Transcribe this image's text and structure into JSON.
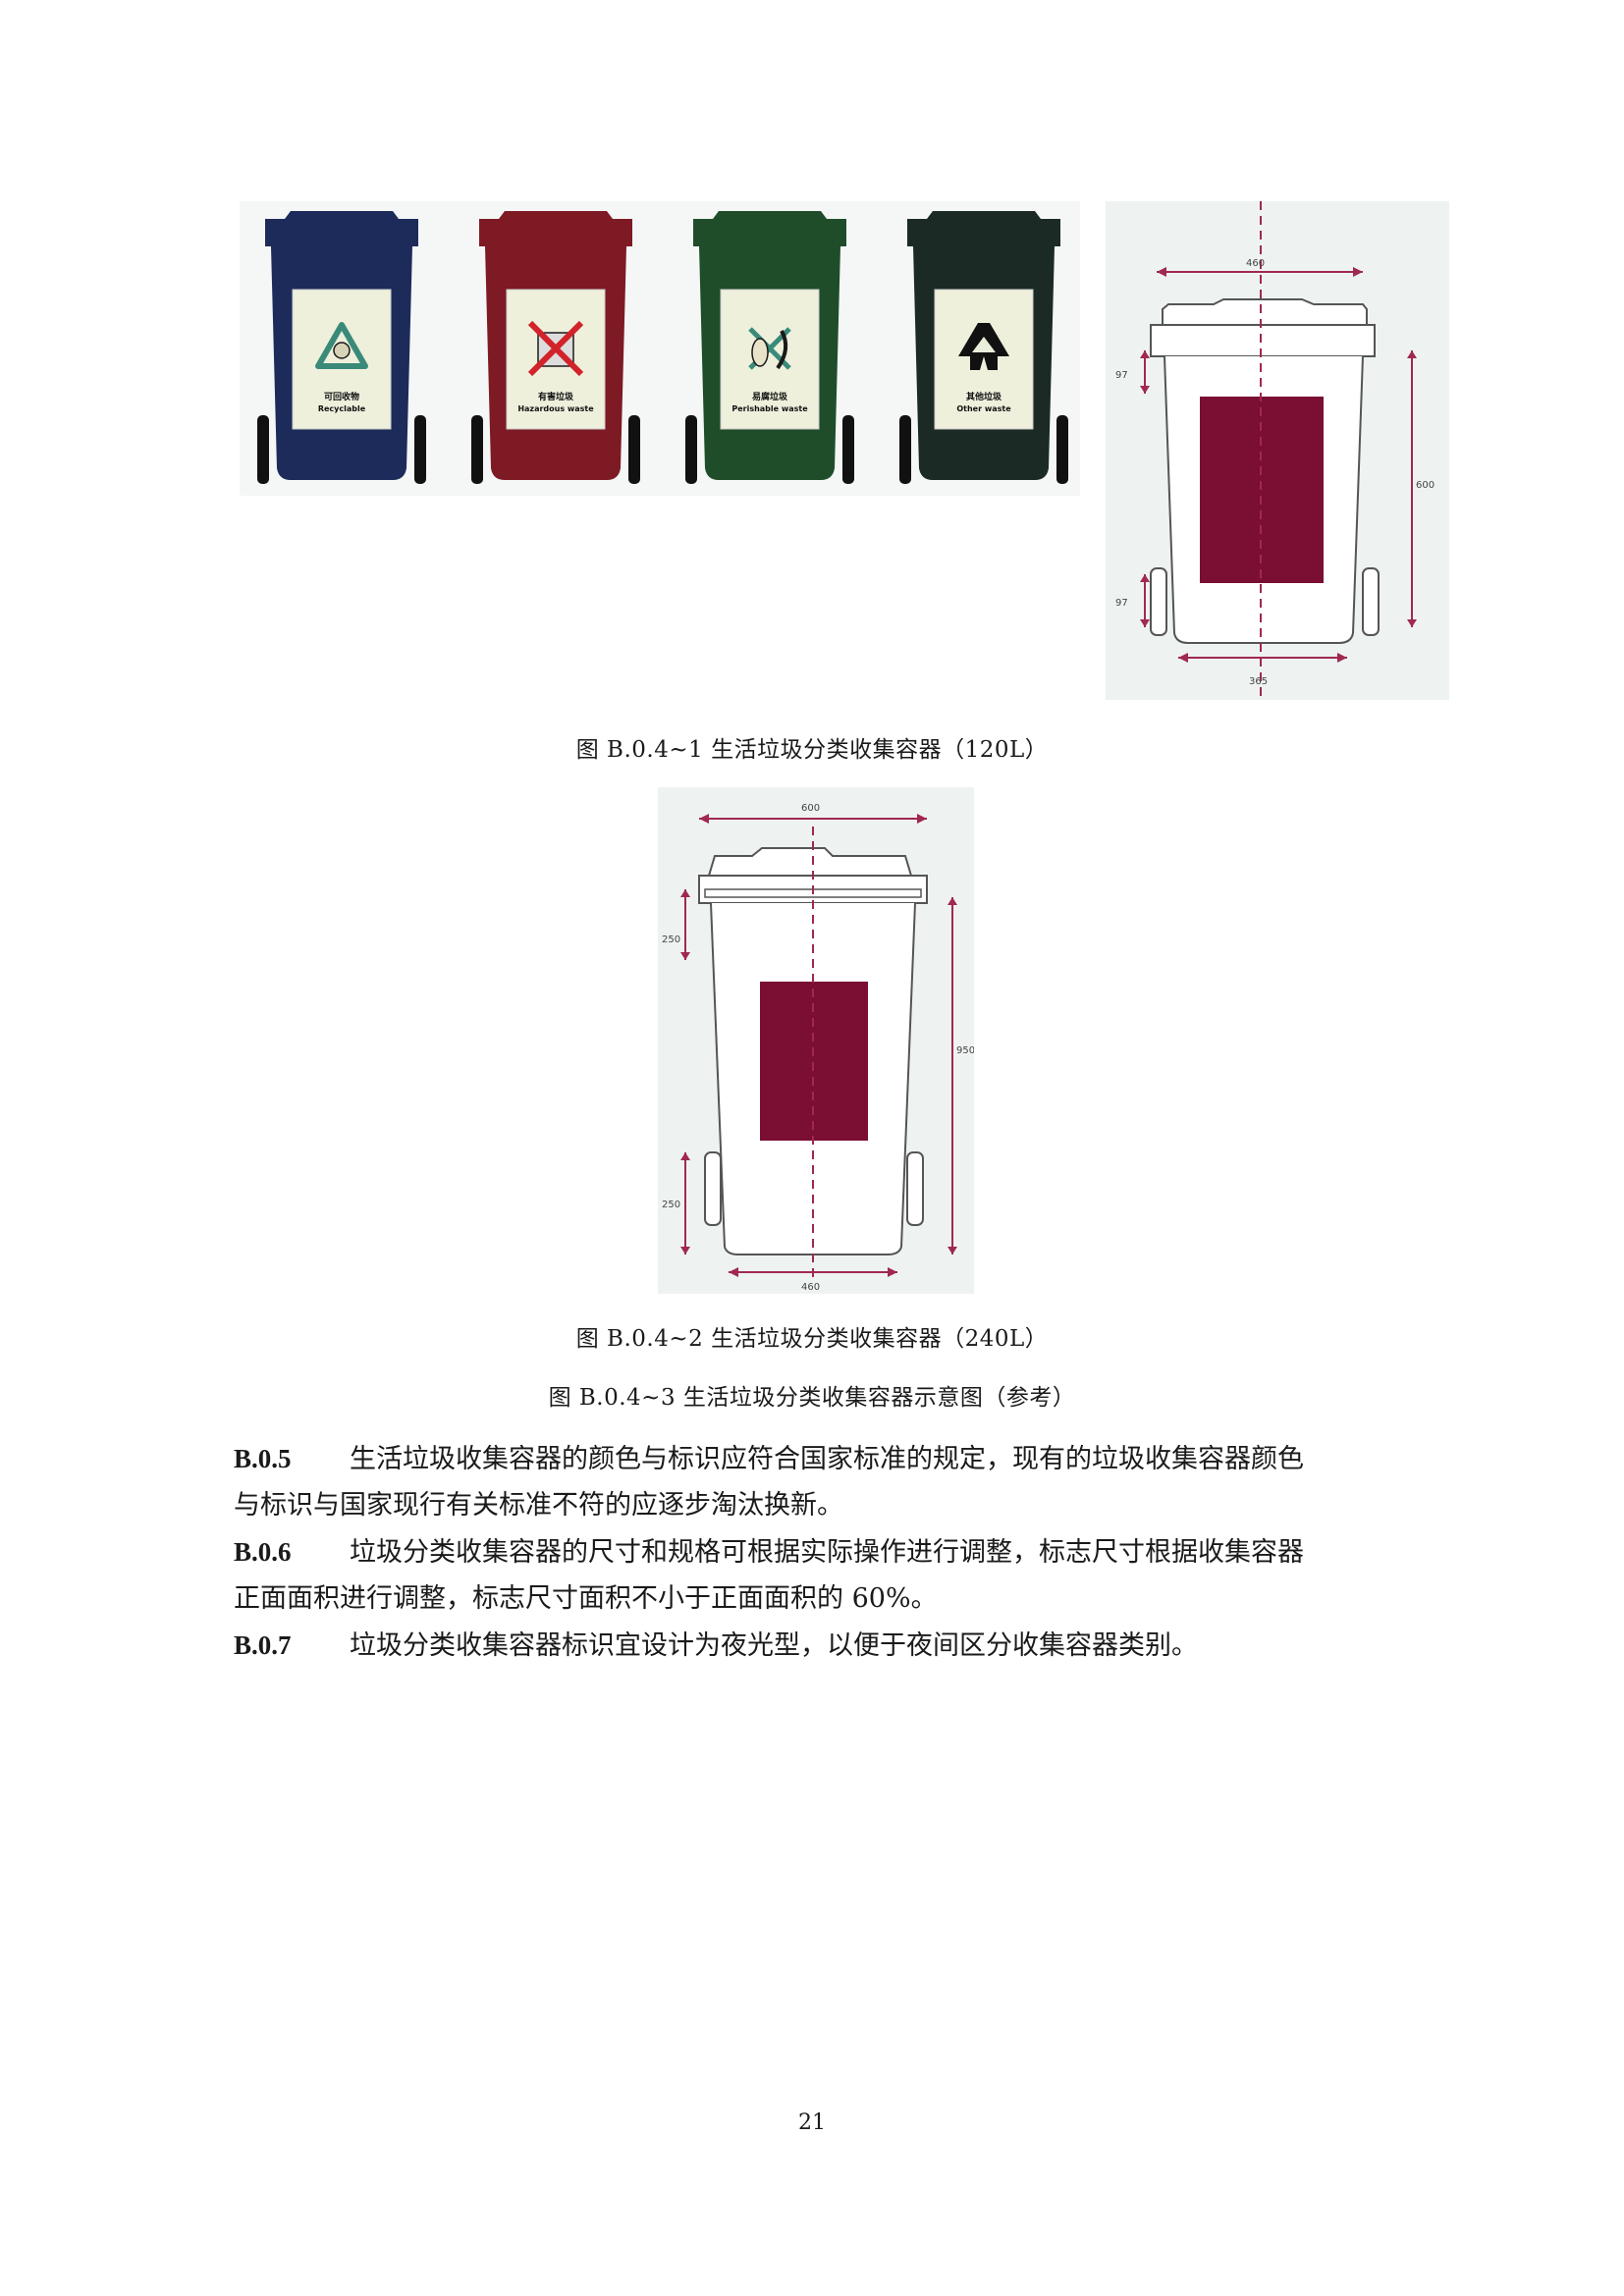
{
  "figure1": {
    "bins": [
      {
        "name_cn": "可回收物",
        "name_en": "Recyclable",
        "color": "#1d2b5a",
        "icon": "recycle-icon"
      },
      {
        "name_cn": "有害垃圾",
        "name_en": "Hazardous waste",
        "color": "#7d1a24",
        "icon": "hazardous-icon"
      },
      {
        "name_cn": "易腐垃圾",
        "name_en": "Perishable waste",
        "color": "#1f4d2a",
        "icon": "perishable-icon"
      },
      {
        "name_cn": "其他垃圾",
        "name_en": "Other waste",
        "color": "#1c2a25",
        "icon": "other-waste-icon"
      }
    ],
    "diagram_dims": {
      "top_width": "460",
      "upper_height": "97",
      "lower_height": "97",
      "total_height": "600",
      "bottom_width": "365"
    },
    "caption": "图  B.0.4~1  生活垃圾分类收集容器（120L）"
  },
  "figure2": {
    "diagram_dims": {
      "top_width": "600",
      "upper_height": "250",
      "lower_height": "250",
      "total_height": "950",
      "bottom_width": "460"
    },
    "caption": "图  B.0.4~2  生活垃圾分类收集容器（240L）"
  },
  "figure3_caption": "图  B.0.4~3  生活垃圾分类收集容器示意图（参考）",
  "panel_color": "#7a0f33",
  "paragraphs": [
    {
      "num": "B.0.5",
      "line1": "生活垃圾收集容器的颜色与标识应符合国家标准的规定，现有的垃圾收集容器颜色",
      "line2": "与标识与国家现行有关标准不符的应逐步淘汰换新。"
    },
    {
      "num": "B.0.6",
      "line1": "垃圾分类收集容器的尺寸和规格可根据实际操作进行调整，标志尺寸根据收集容器",
      "line2": "正面面积进行调整，标志尺寸面积不小于正面面积的 60%。"
    },
    {
      "num": "B.0.7",
      "line1": "垃圾分类收集容器标识宜设计为夜光型，以便于夜间区分收集容器类别。",
      "line2": ""
    }
  ],
  "page_number": "21"
}
